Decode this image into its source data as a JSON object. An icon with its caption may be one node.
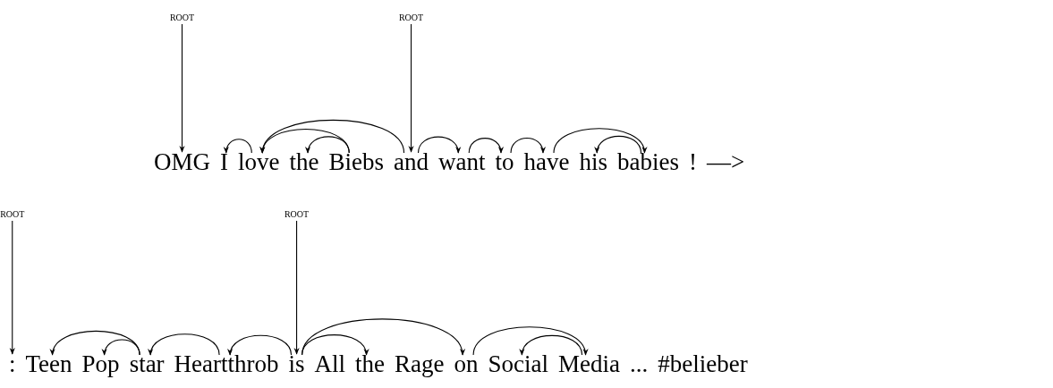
{
  "diagram": {
    "nodes": [
      {
        "text": [
          "ROOT"
        ]
      },
      {
        "text": [
          "ROOT"
        ]
      },
      {
        "text": [
          "OMG"
        ]
      },
      {
        "text": [
          "I"
        ]
      },
      {
        "text": [
          "love"
        ]
      },
      {
        "text": [
          "the"
        ]
      },
      {
        "text": [
          "Biebs"
        ]
      },
      {
        "text": [
          "and"
        ]
      },
      {
        "text": [
          "want"
        ]
      },
      {
        "text": [
          "to"
        ]
      },
      {
        "text": [
          "have"
        ]
      },
      {
        "text": [
          "his"
        ]
      },
      {
        "text": [
          "babies"
        ]
      },
      {
        "text": [
          "!"
        ]
      },
      {
        "text": [
          "—>"
        ]
      },
      {
        "text": [
          "ROOT"
        ]
      },
      {
        "text": [
          "ROOT"
        ]
      },
      {
        "text": [
          ":"
        ]
      },
      {
        "text": [
          "Teen"
        ]
      },
      {
        "text": [
          "Pop"
        ]
      },
      {
        "text": [
          "star"
        ]
      },
      {
        "text": [
          "Heartthrob"
        ]
      },
      {
        "text": [
          "is"
        ]
      },
      {
        "text": [
          "All"
        ]
      },
      {
        "text": [
          "the"
        ]
      },
      {
        "text": [
          "Rage"
        ]
      },
      {
        "text": [
          "on"
        ]
      },
      {
        "text": [
          "Social"
        ]
      },
      {
        "text": [
          "Media"
        ]
      },
      {
        "text": [
          "..."
        ]
      },
      {
        "text": [
          "#belieber"
        ]
      }
    ],
    "edges": [
      {
        "from": 0,
        "to": 2,
        "arrow": "to"
      },
      {
        "from": 1,
        "to": 7,
        "arrow": "to"
      },
      {
        "from": 4,
        "to": 3,
        "arrow": "to"
      },
      {
        "from": 7,
        "to": 4,
        "arrow": "to"
      },
      {
        "from": 6,
        "to": 4,
        "arrow": "to"
      },
      {
        "from": 6,
        "to": 5,
        "arrow": "to"
      },
      {
        "from": 7,
        "to": 8,
        "arrow": "to"
      },
      {
        "from": 8,
        "to": 9,
        "arrow": "to"
      },
      {
        "from": 9,
        "to": 10,
        "arrow": "to"
      },
      {
        "from": 10,
        "to": 12,
        "arrow": "to"
      },
      {
        "from": 12,
        "to": 11,
        "arrow": "to"
      },
      {
        "from": 15,
        "to": 17,
        "arrow": "to"
      },
      {
        "from": 16,
        "to": 22,
        "arrow": "to"
      },
      {
        "from": 20,
        "to": 18,
        "arrow": "to"
      },
      {
        "from": 20,
        "to": 19,
        "arrow": "to"
      },
      {
        "from": 21,
        "to": 20,
        "arrow": "to"
      },
      {
        "from": 22,
        "to": 21,
        "arrow": "to"
      },
      {
        "from": 22,
        "to": 24,
        "arrow": "to"
      },
      {
        "from": 22,
        "to": 26,
        "arrow": "to"
      },
      {
        "from": 26,
        "to": 28,
        "arrow": "to"
      },
      {
        "from": 28,
        "to": 27,
        "arrow": "to"
      }
    ]
  }
}
